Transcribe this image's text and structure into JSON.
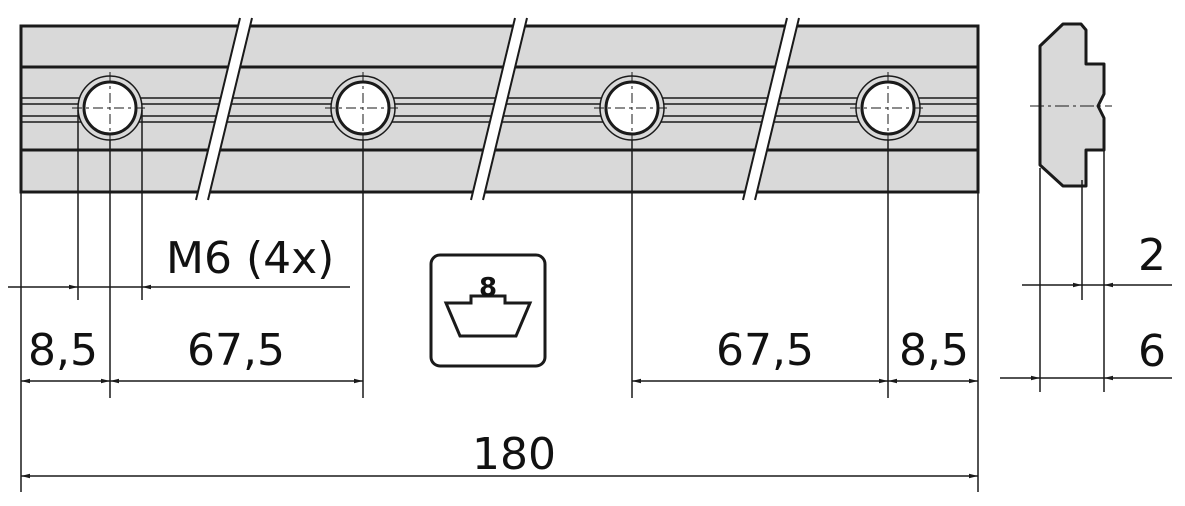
{
  "drawing": {
    "labels": {
      "thread": "M6 (4x)",
      "edge_left": "8,5",
      "pitch_left": "67,5",
      "pitch_right": "67,5",
      "edge_right": "8,5",
      "total_length": "180",
      "slot_depth": "2",
      "thickness": "6",
      "slot_size": "8"
    },
    "holes": {
      "count": 4
    },
    "colors": {
      "part_fill": "#d9d9d9",
      "line": "#1a1a1a",
      "background": "#ffffff"
    }
  }
}
